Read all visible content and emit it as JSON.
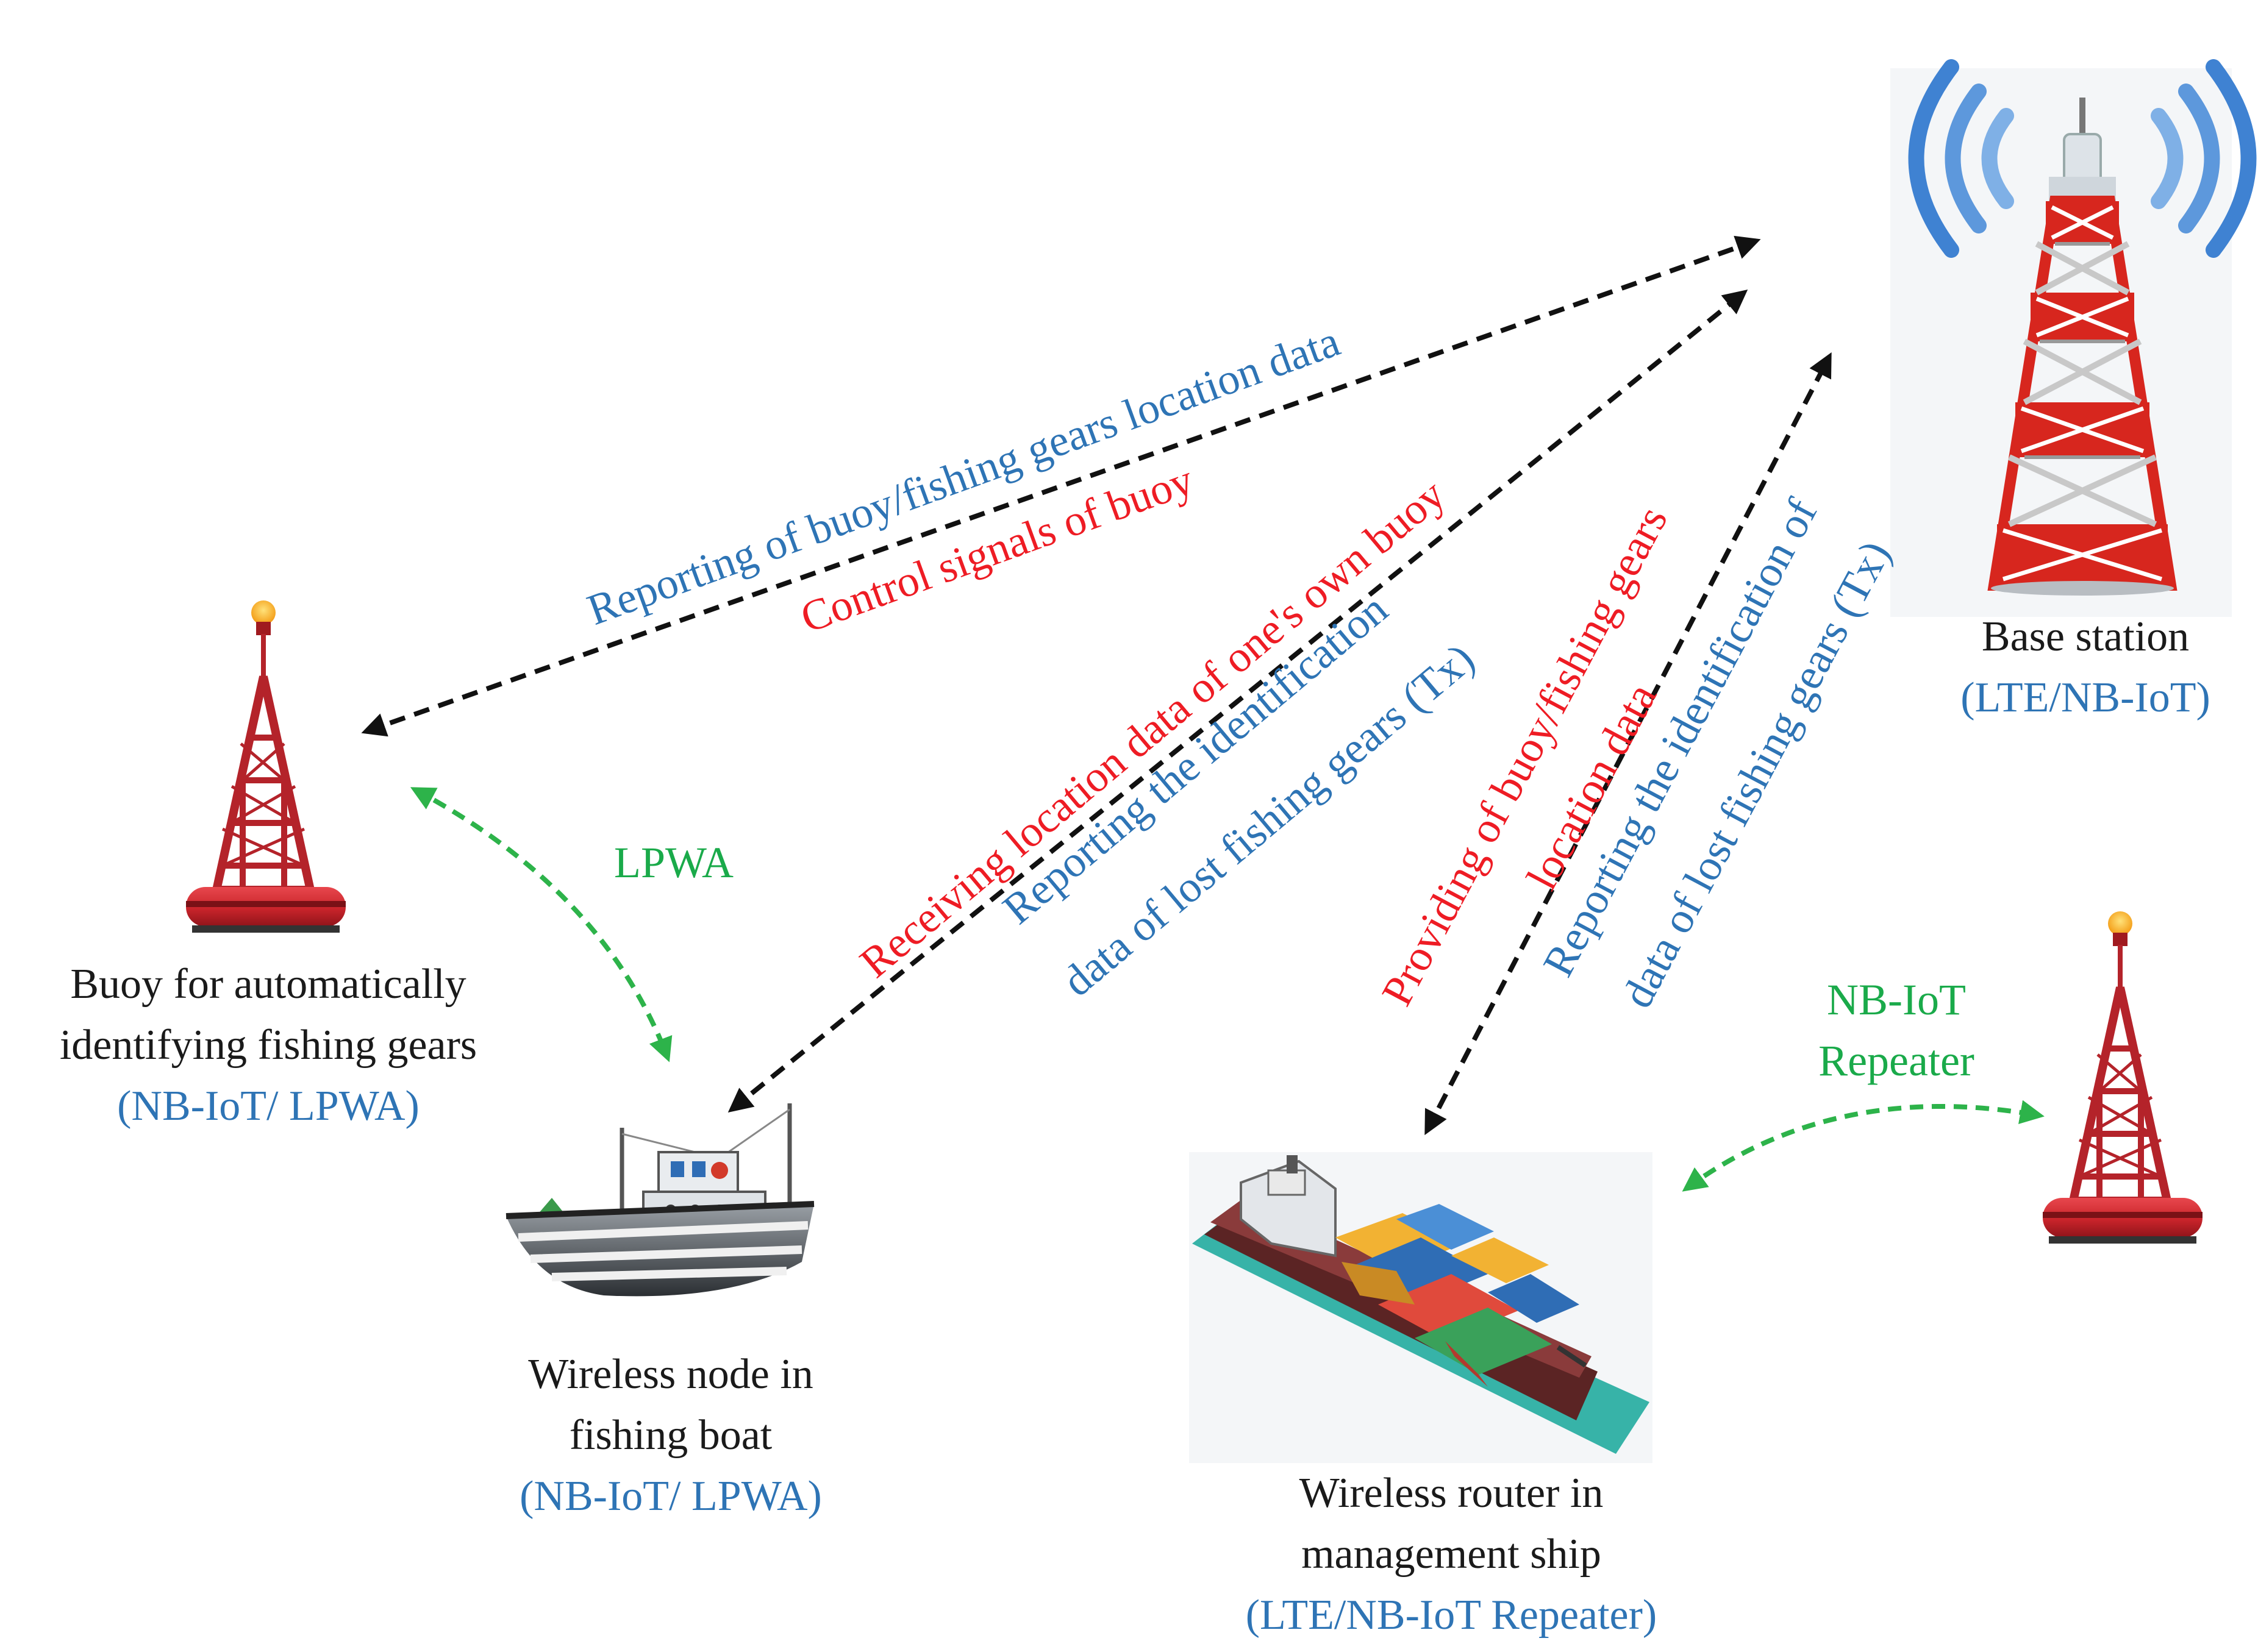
{
  "colors": {
    "black_text": "#1a1a1a",
    "blue_text": "#2e74b5",
    "red_text": "#ee1c24",
    "green_text": "#1aaa4a",
    "black_arrow": "#111111",
    "green_arrow": "#2db34a",
    "tower_red": "#d7261e",
    "buoy_red": "#c9242b"
  },
  "icons": {
    "base_station": "cell-tower-icon",
    "buoy": "buoy-icon",
    "fishing_boat": "fishing-boat-icon",
    "ship": "container-ship-icon",
    "repeater_buoy": "buoy-icon"
  },
  "nodes": {
    "base_station": {
      "name": "Base station",
      "tech": "(LTE/NB-IoT)"
    },
    "buoy": {
      "name_line1": "Buoy for automatically",
      "name_line2": "identifying fishing gears",
      "tech": "(NB-IoT/ LPWA)"
    },
    "boat": {
      "name_line1": "Wireless node in",
      "name_line2": "fishing boat",
      "tech": "(NB-IoT/ LPWA)"
    },
    "ship": {
      "name_line1": "Wireless router in",
      "name_line2": "management ship",
      "tech": "(LTE/NB-IoT Repeater)"
    }
  },
  "links": {
    "buoy_base": {
      "blue": "Reporting of buoy/fishing gears location data",
      "red": "Control signals of buoy"
    },
    "boat_base": {
      "red": "Receiving location data of one's own buoy",
      "blue_line1": "Reporting the identification",
      "blue_line2": "data of lost fishing gears (Tx)"
    },
    "ship_base": {
      "red_line1": "Providing of buoy/fishing gears",
      "red_line2": "location data",
      "blue_line1": "Reporting the identification of",
      "blue_line2": "data of lost fishing gears (Tx)"
    },
    "buoy_boat": {
      "label": "LPWA"
    },
    "ship_repeater": {
      "line1": "NB-IoT",
      "line2": "Repeater"
    }
  }
}
